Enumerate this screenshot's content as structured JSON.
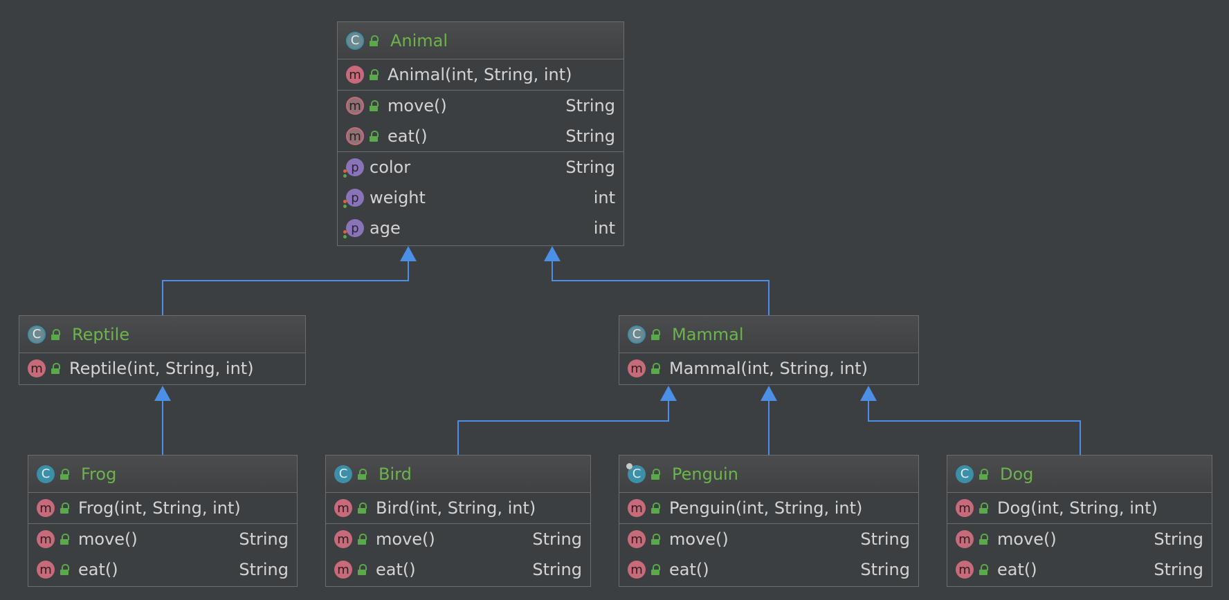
{
  "colors": {
    "background": "#3c3f41",
    "border": "#6b6e70",
    "class_name": "#6bb54a",
    "text": "#d4d4d4",
    "arrow": "#4b8fe6",
    "class_badge": "#3c8fa6",
    "method_badge": "#c76b7a",
    "property_badge": "#8a74b8",
    "public_lock": "#5aa94a"
  },
  "badges": {
    "class": "C",
    "method": "m",
    "property": "p"
  },
  "classes": {
    "animal": {
      "name": "Animal",
      "constructor": "Animal(int, String, int)",
      "methods": [
        {
          "name": "move()",
          "type": "String"
        },
        {
          "name": "eat()",
          "type": "String"
        }
      ],
      "properties": [
        {
          "name": "color",
          "type": "String"
        },
        {
          "name": "weight",
          "type": "int"
        },
        {
          "name": "age",
          "type": "int"
        }
      ]
    },
    "reptile": {
      "name": "Reptile",
      "constructor": "Reptile(int, String, int)"
    },
    "mammal": {
      "name": "Mammal",
      "constructor": "Mammal(int, String, int)"
    },
    "frog": {
      "name": "Frog",
      "constructor": "Frog(int, String, int)",
      "methods": [
        {
          "name": "move()",
          "type": "String"
        },
        {
          "name": "eat()",
          "type": "String"
        }
      ]
    },
    "bird": {
      "name": "Bird",
      "constructor": "Bird(int, String, int)",
      "methods": [
        {
          "name": "move()",
          "type": "String"
        },
        {
          "name": "eat()",
          "type": "String"
        }
      ]
    },
    "penguin": {
      "name": "Penguin",
      "constructor": "Penguin(int, String, int)",
      "methods": [
        {
          "name": "move()",
          "type": "String"
        },
        {
          "name": "eat()",
          "type": "String"
        }
      ]
    },
    "dog": {
      "name": "Dog",
      "constructor": "Dog(int, String, int)",
      "methods": [
        {
          "name": "move()",
          "type": "String"
        },
        {
          "name": "eat()",
          "type": "String"
        }
      ]
    }
  },
  "inheritance": [
    {
      "child": "Reptile",
      "parent": "Animal"
    },
    {
      "child": "Mammal",
      "parent": "Animal"
    },
    {
      "child": "Frog",
      "parent": "Reptile"
    },
    {
      "child": "Bird",
      "parent": "Mammal"
    },
    {
      "child": "Penguin",
      "parent": "Mammal"
    },
    {
      "child": "Dog",
      "parent": "Mammal"
    }
  ]
}
